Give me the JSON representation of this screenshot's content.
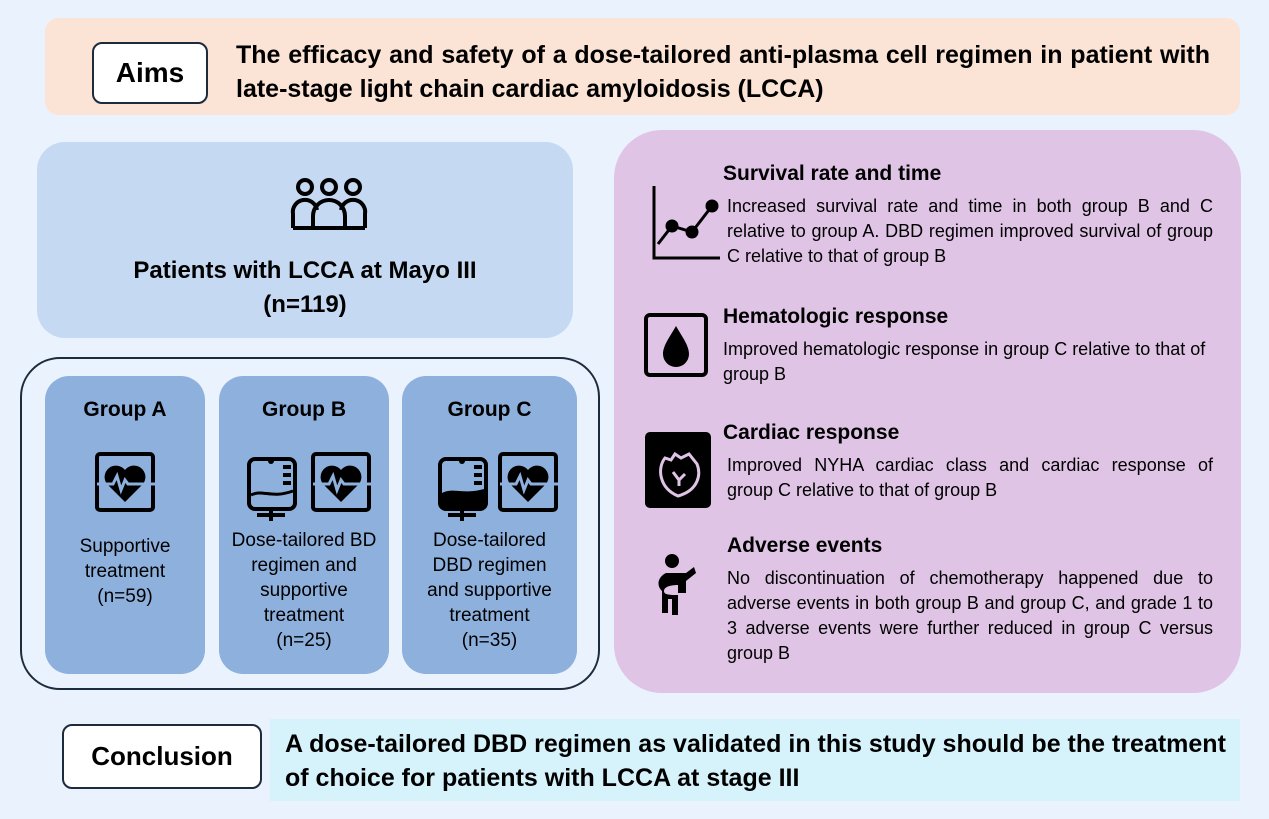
{
  "aims": {
    "label": "Aims",
    "text": "The efficacy and safety of a dose-tailored anti-plasma cell regimen in patient with  late-stage light chain cardiac amyloidosis (LCCA)"
  },
  "patients": {
    "title": "Patients with LCCA at Mayo III",
    "count": "(n=119)"
  },
  "groups": [
    {
      "name": "Group A",
      "desc": "Supportive treatment",
      "n": "(n=59)"
    },
    {
      "name": "Group B",
      "desc": "Dose-tailored BD regimen and supportive treatment",
      "n": "(n=25)"
    },
    {
      "name": "Group C",
      "desc": "Dose-tailored DBD regimen and supportive treatment",
      "n": "(n=35)"
    }
  ],
  "outcomes": [
    {
      "title": "Survival rate and time",
      "text": "Increased survival rate and time in both group B and C relative to group A. DBD regimen improved survival of group C relative to that of group B",
      "icon": "line-chart-icon"
    },
    {
      "title": "Hematologic response",
      "text": "Improved hematologic response in group C relative to that of group B",
      "icon": "blood-drop-icon"
    },
    {
      "title": "Cardiac response",
      "text": "Improved NYHA cardiac class and cardiac response of group C relative to that of group B",
      "icon": "heart-organ-icon"
    },
    {
      "title": "Adverse events",
      "text": "No discontinuation of chemotherapy happened due to adverse events in both group B and group C, and grade 1 to 3 adverse events were further reduced in group C versus group B",
      "icon": "sick-person-icon"
    }
  ],
  "conclusion": {
    "label": "Conclusion",
    "text": "A dose-tailored DBD regimen as validated in this study should be the treatment of choice for patients with LCCA at stage III"
  },
  "colors": {
    "aims_bg": "#fbe3d5",
    "patients_bg": "#c5d9f2",
    "group_bg": "#8eb0dd",
    "outcomes_bg": "#dfc4e6",
    "conclusion_bg": "#d6f3fc"
  }
}
